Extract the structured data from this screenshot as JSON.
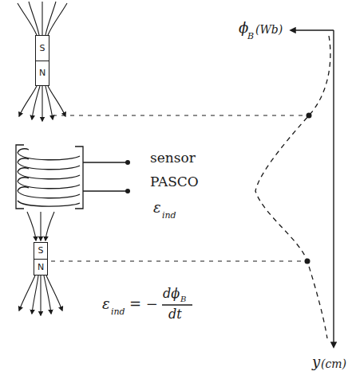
{
  "diagram": {
    "nodes": [
      {
        "text": [
          "S",
          "N"
        ]
      },
      {
        "text": [
          "S",
          "N"
        ]
      }
    ],
    "labels": [
      "ϕ",
      "B",
      "(Wb)",
      "sensor",
      "PASCO",
      "ε",
      "ind",
      "ε",
      "ind",
      "= −",
      "dϕ",
      "B",
      "dt",
      "y",
      "(cm)"
    ]
  }
}
